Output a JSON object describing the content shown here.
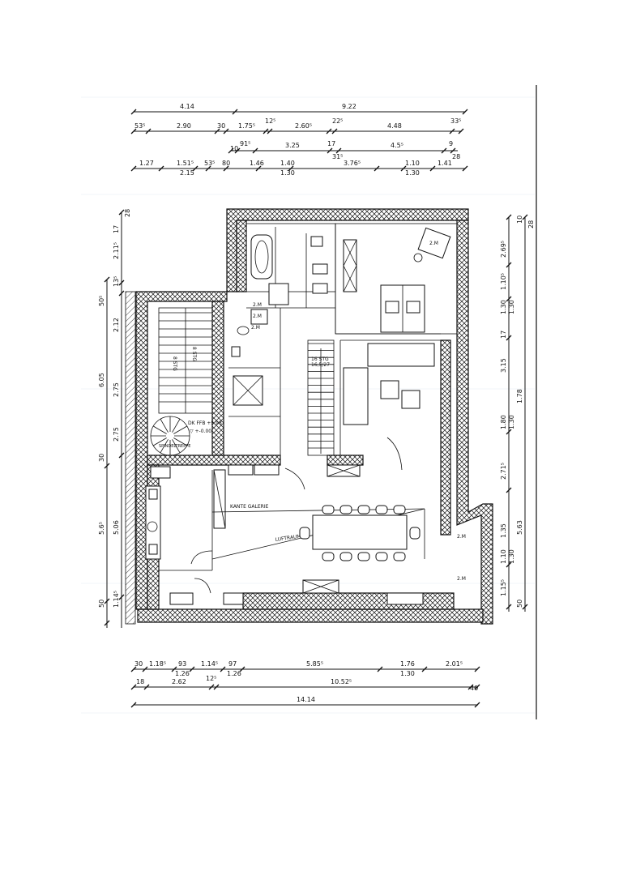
{
  "dimensions": {
    "top_row1": [
      "4.14",
      "9.22"
    ],
    "top_row2": [
      "53⁵",
      "2.90",
      "30",
      "1.75⁵",
      "12⁵",
      "2.60⁵",
      "22⁵",
      "4.48",
      "33⁵"
    ],
    "top_row3": [
      "10",
      "91⁵",
      "3.25",
      "17",
      "31⁵",
      "4.5⁵",
      "9",
      "28"
    ],
    "top_row4": [
      "1.27",
      "1.51⁵",
      "2.15",
      "53⁵",
      "80",
      "1.46",
      "1.40",
      "1.30",
      "3.76⁵",
      "1.10",
      "1.30",
      "1.41"
    ],
    "bottom_row1": [
      "30",
      "1.18⁵",
      "93",
      "1.26",
      "1.14⁵",
      "97",
      "1.26",
      "5.85⁵",
      "1.76",
      "1.30",
      "2.01⁵"
    ],
    "bottom_row2": [
      "18",
      "2.62",
      "12⁵",
      "10.52⁵",
      "40"
    ],
    "bottom_row3": [
      "14.14"
    ],
    "left_col": [
      "28",
      "17",
      "2.11⁵",
      "13⁵",
      "50⁵",
      "2.12",
      "6.05",
      "2.75",
      "30",
      "2.75",
      "5.6⁵",
      "5.06",
      "1.14⁵",
      "50"
    ],
    "right_col": [
      "28",
      "10",
      "2.69⁵",
      "1.10⁵",
      "1.30",
      "1.30",
      "17",
      "3.15",
      "1.78",
      "1.30",
      "1.80",
      "2.71⁵",
      "1.35",
      "5.63",
      "1.10",
      "1.30",
      "1.15⁵",
      "50"
    ]
  },
  "labels": {
    "kante_galerie": "KANTE GALERIE",
    "luftraum": "LUFTRAUM",
    "floor_level": "DK FFB +5,98",
    "level_ref": "▽ +-0.00",
    "zm1": "2.M",
    "zm2": "2.M",
    "zm3": "2.M",
    "zm4": "2.M",
    "zm5": "2.M",
    "zm6": "2.M",
    "stair_steps": "16 STG",
    "stair_ratio": "16,5/27",
    "stair_a": "8 STG",
    "stair_b": "8 STG",
    "spiral": "SPINDELTREPPE"
  }
}
